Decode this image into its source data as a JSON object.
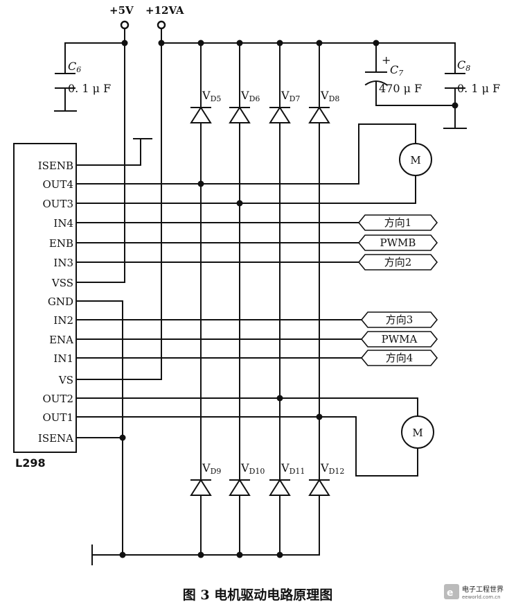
{
  "power": {
    "v5": "+5V",
    "v12": "+12VA"
  },
  "ic": {
    "name": "L298",
    "pins": [
      "ISENB",
      "OUT4",
      "OUT3",
      "IN4",
      "ENB",
      "IN3",
      "VSS",
      "GND",
      "IN2",
      "ENA",
      "IN1",
      "VS",
      "OUT2",
      "OUT1",
      "ISENA"
    ]
  },
  "capacitors": [
    {
      "ref": "C",
      "sub": "6",
      "value": "0. 1 μ F",
      "polarized": false
    },
    {
      "ref": "C",
      "sub": "7",
      "value": "470 μ F",
      "polarized": true,
      "plus": "+"
    },
    {
      "ref": "C",
      "sub": "8",
      "value": "0. 1 μ F",
      "polarized": false
    }
  ],
  "diodes_top": [
    {
      "ref": "V",
      "sub": "D5"
    },
    {
      "ref": "V",
      "sub": "D6"
    },
    {
      "ref": "V",
      "sub": "D7"
    },
    {
      "ref": "V",
      "sub": "D8"
    }
  ],
  "diodes_bottom": [
    {
      "ref": "V",
      "sub": "D9"
    },
    {
      "ref": "V",
      "sub": "D10"
    },
    {
      "ref": "V",
      "sub": "D11"
    },
    {
      "ref": "V",
      "sub": "D12"
    }
  ],
  "motors": [
    {
      "label": "M"
    },
    {
      "label": "M"
    }
  ],
  "flags": [
    "方向1",
    "PWMB",
    "方向2",
    "方向3",
    "PWMA",
    "方向4"
  ],
  "caption": "图 3  电机驱动电路原理图",
  "watermark": {
    "name": "电子工程世界",
    "url": "eeworld.com.cn",
    "icon": "ee-logo-icon"
  }
}
